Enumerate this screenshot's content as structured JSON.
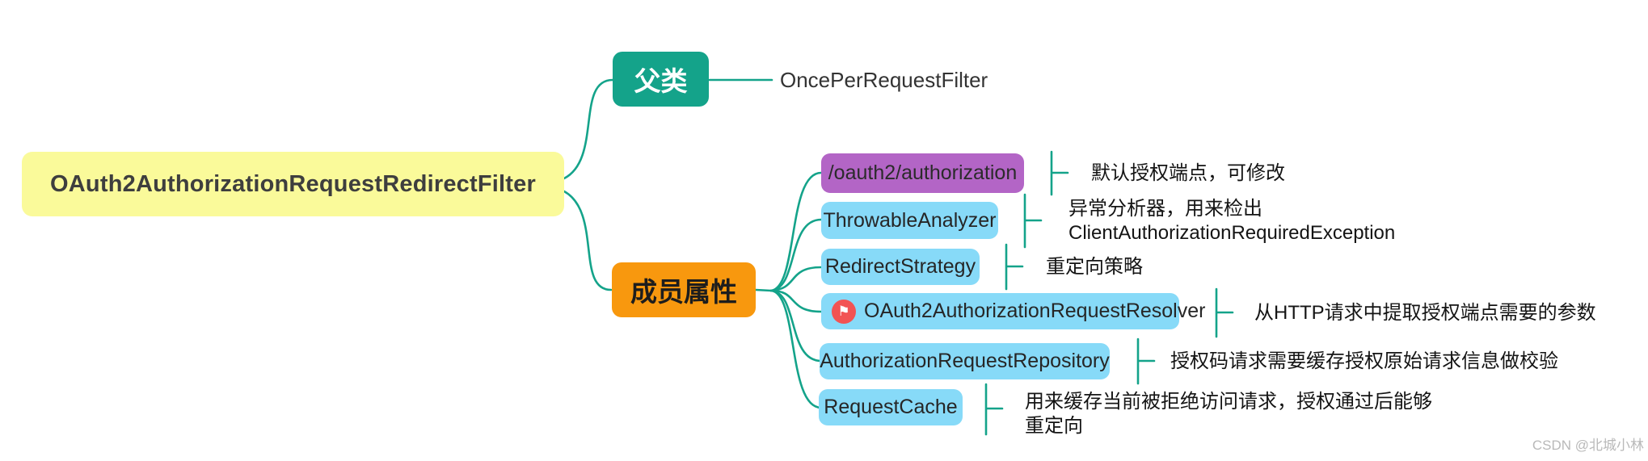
{
  "root": {
    "label": "OAuth2AuthorizationRequestRedirectFilter"
  },
  "parent_branch": {
    "label": "父类",
    "value": "OncePerRequestFilter"
  },
  "members_branch": {
    "label": "成员属性"
  },
  "members": [
    {
      "label": "/oauth2/authorization",
      "note": "默认授权端点，可修改",
      "style": "purple"
    },
    {
      "label": "ThrowableAnalyzer",
      "note_line1": "异常分析器，用来检出",
      "note_line2": "ClientAuthorizationRequiredException",
      "style": "blue"
    },
    {
      "label": "RedirectStrategy",
      "note": "重定向策略",
      "style": "blue"
    },
    {
      "label": "OAuth2AuthorizationRequestResolver",
      "note": "从HTTP请求中提取授权端点需要的参数",
      "style": "blue",
      "icon": "flag-icon",
      "flag_glyph": "⚑"
    },
    {
      "label": "AuthorizationRequestRepository",
      "note": "授权码请求需要缓存授权原始请求信息做校验",
      "style": "blue"
    },
    {
      "label": "RequestCache",
      "note_line1": "用来缓存当前被拒绝访问请求，授权通过后能够",
      "note_line2": "重定向",
      "style": "blue"
    }
  ],
  "watermark": "CSDN @北城小林",
  "colors": {
    "connector_teal": "#14a38a",
    "root_yellow": "#fafa9a",
    "branch_green": "#14a38a",
    "branch_orange": "#f8980e",
    "member_blue": "#87daf8",
    "member_purple": "#b365c6",
    "flag_red": "#f25353"
  }
}
